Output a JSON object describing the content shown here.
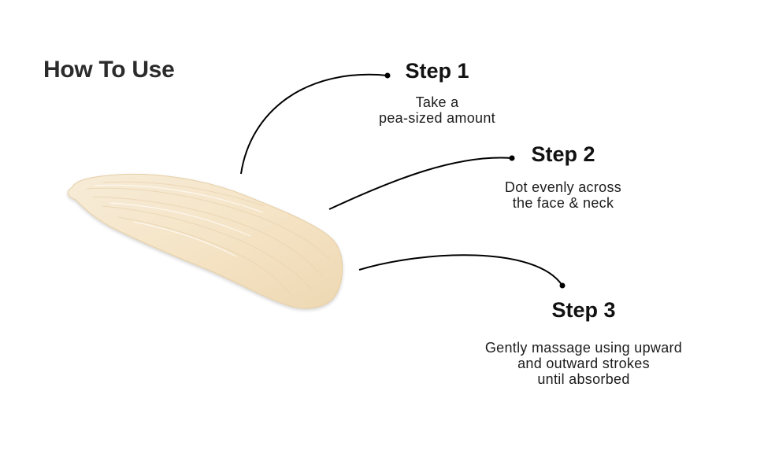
{
  "title": "How To Use",
  "steps": [
    {
      "title": "Step 1",
      "lines": [
        "Take a",
        "pea-sized amount"
      ]
    },
    {
      "title": "Step 2",
      "lines": [
        "Dot evenly across",
        "the face & neck"
      ]
    },
    {
      "title": "Step 3",
      "lines": [
        "Gently massage using upward",
        "and outward strokes",
        "until absorbed"
      ]
    }
  ],
  "colors": {
    "background": "#ffffff",
    "text": "#111111",
    "swatch": "#f5e6cc",
    "swatch_shadow": "#e8d2ad",
    "connector": "#000000"
  },
  "icons": [
    "product-swatch",
    "connector-line",
    "connector-dot"
  ]
}
